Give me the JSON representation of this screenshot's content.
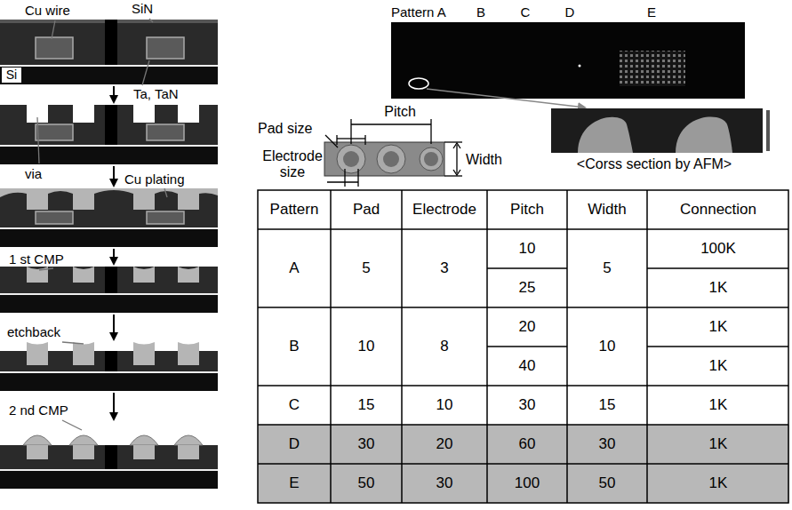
{
  "diagram": {
    "labels": [
      "Cu wire",
      "SiN",
      "Si",
      "Ta, TaN",
      "via",
      "Cu plating",
      "1 st CMP",
      "etchback",
      "2 nd CMP",
      "Pattern A",
      "B",
      "C",
      "D",
      "E",
      "Pad size",
      "Pitch",
      "Electrode size",
      "Width",
      "<Corss section by AFM>",
      "Pattern",
      "Pad",
      "Electrode",
      "Pitch",
      "Width",
      "Connection",
      "A",
      "5",
      "3",
      "10",
      "25",
      "5",
      "100K",
      "1K",
      "B",
      "10",
      "8",
      "20",
      "40",
      "10",
      "1K",
      "1K",
      "C",
      "15",
      "10",
      "30",
      "15",
      "1K",
      "D",
      "30",
      "20",
      "60",
      "30",
      "1K",
      "E",
      "50",
      "30",
      "100",
      "50",
      "1K"
    ]
  }
}
